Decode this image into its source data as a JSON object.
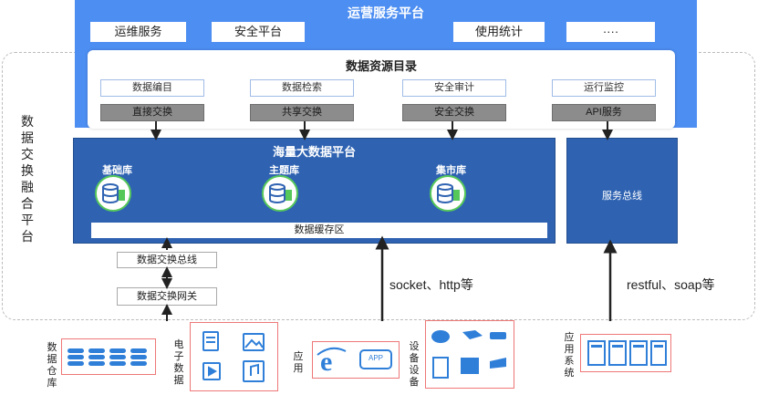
{
  "side_title": "数据交换融合平台",
  "top": {
    "title": "运营服务平台",
    "buttons": [
      "运维服务",
      "安全平台",
      "使用统计",
      "····"
    ]
  },
  "catalog": {
    "title": "数据资源目录",
    "items": [
      "数据编目",
      "数据检索",
      "安全审计",
      "运行监控"
    ],
    "exchanges": [
      "直接交换",
      "共享交换",
      "安全交换",
      "API服务"
    ]
  },
  "bigdata": {
    "title": "海量大数据平台",
    "libs": [
      "基础库",
      "主题库",
      "集市库"
    ],
    "cache": "数据缓存区"
  },
  "service_bus": "服务总线",
  "gateway": {
    "bus": "数据交换总线",
    "gateway": "数据交换网关"
  },
  "protocols": {
    "socket": "socket、http等",
    "restful": "restful、soap等"
  },
  "sources": {
    "warehouse": "数据仓库",
    "edata": "电子数据",
    "app": "应用",
    "app_badge": "APP",
    "device": "设备设备",
    "system": "应用系统"
  },
  "colors": {
    "top_band": "#4d8ef2",
    "platform": "#2f63b2",
    "exchange_gray": "#8c8c8c",
    "icon_blue": "#2f7fd9",
    "db_green": "#56c85a",
    "source_border": "#e77777"
  }
}
